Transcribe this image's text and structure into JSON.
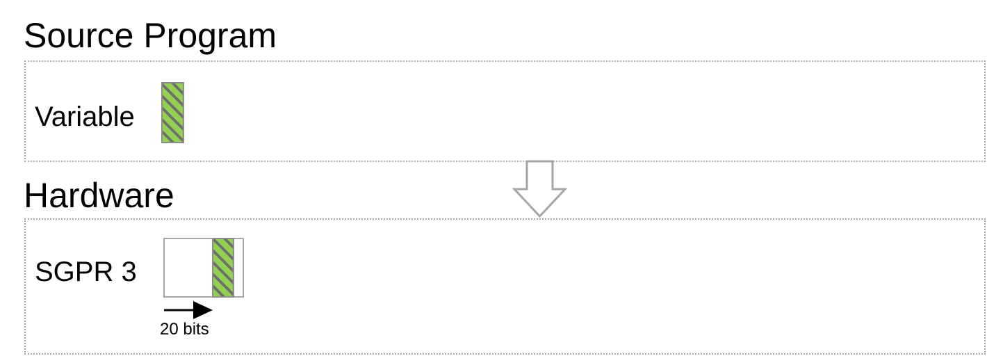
{
  "source_section": {
    "heading": "Source Program",
    "variable_label": "Variable"
  },
  "hardware_section": {
    "heading": "Hardware",
    "register_label": "SGPR 3",
    "shift_label": "20 bits"
  },
  "colors": {
    "stripe_green": "#92d050",
    "stripe_gray": "#6e6e6e",
    "panel_border": "#a6a6a6",
    "arrow_outline": "#a6a6a6"
  }
}
